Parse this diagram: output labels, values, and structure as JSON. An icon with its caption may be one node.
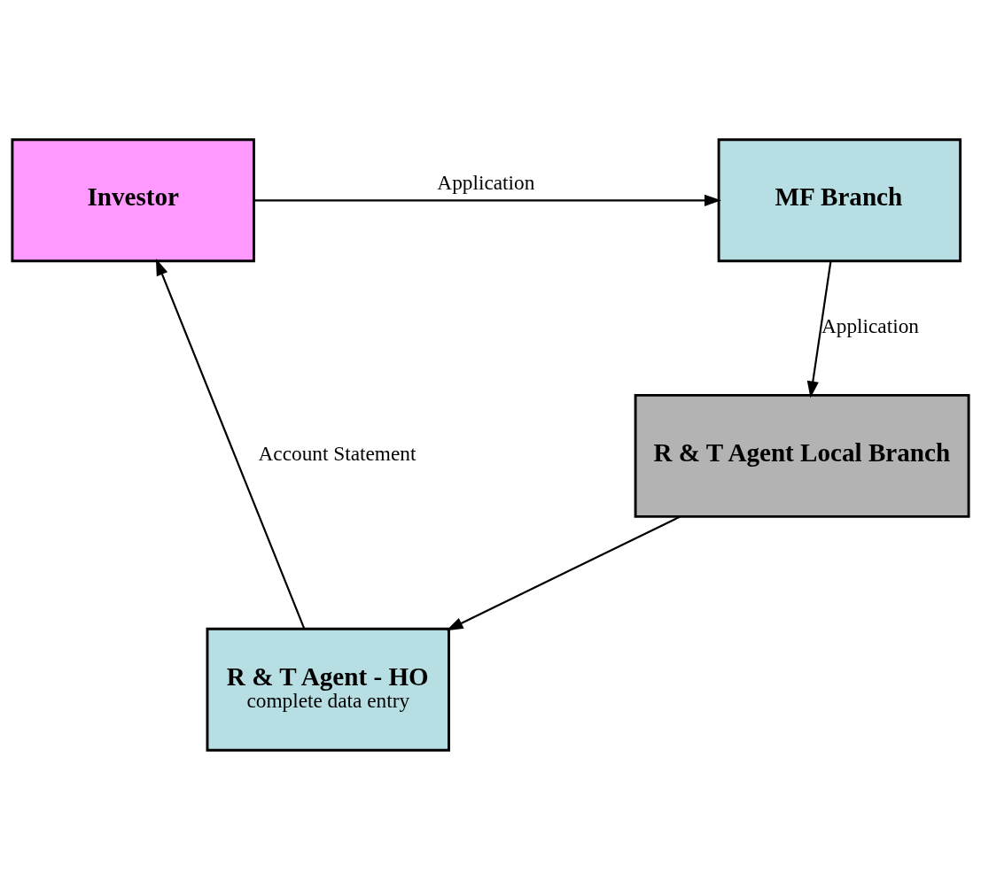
{
  "diagram": {
    "nodes": [
      {
        "text": [
          "Investor"
        ]
      },
      {
        "text": [
          "MF Branch"
        ]
      },
      {
        "text": [
          "R & T Agent Local Branch"
        ]
      },
      {
        "text": [
          "R & T Agent - HO",
          "complete data entry"
        ]
      }
    ],
    "edges": [
      {
        "from": 0,
        "to": 1,
        "arrow": "to",
        "label": "Application"
      },
      {
        "from": 1,
        "to": 2,
        "arrow": "to",
        "label": "Application"
      },
      {
        "from": 2,
        "to": 3,
        "arrow": "to"
      },
      {
        "from": 3,
        "to": 0,
        "arrow": "to",
        "label": "Account Statement"
      }
    ]
  }
}
